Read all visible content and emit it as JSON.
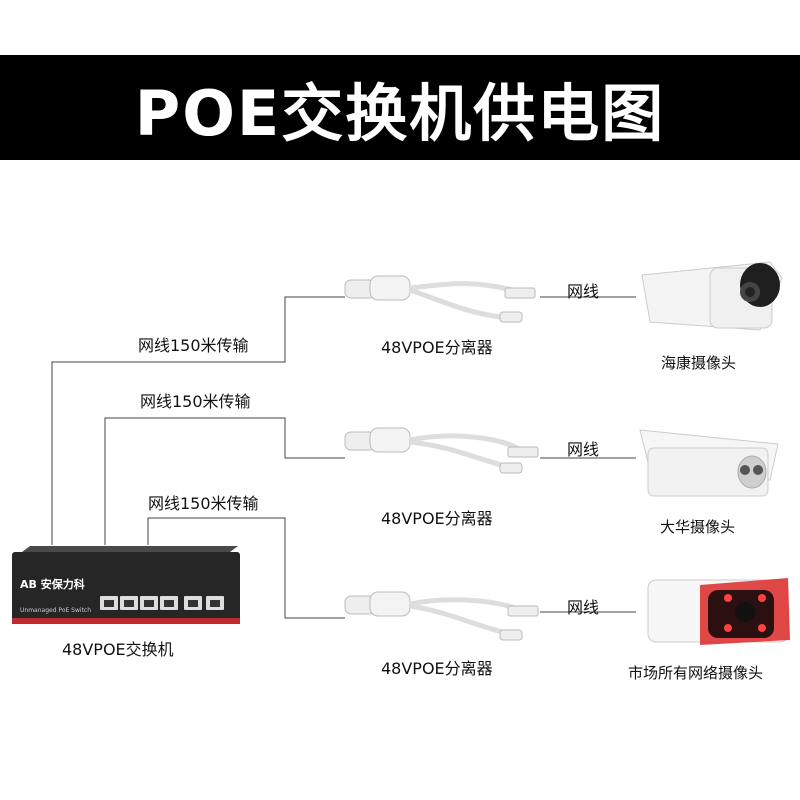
{
  "title": "POE交换机供电图",
  "switch": {
    "label": "48VPOE交换机",
    "brand": "安保力科",
    "brand_sub": "Unmanaged PoE Switch"
  },
  "cable_labels": [
    "网线150米传输",
    "网线150米传输",
    "网线150米传输"
  ],
  "splitter_labels": [
    "48VPOE分离器",
    "48VPOE分离器",
    "48VPOE分离器"
  ],
  "short_cable_labels": [
    "网线",
    "网线",
    "网线"
  ],
  "cameras": [
    "海康摄像头",
    "大华摄像头",
    "市场所有网络摄像头"
  ],
  "colors": {
    "title_bg": "#000000",
    "title_fg": "#ffffff",
    "switch_body": "#2a2a2a",
    "switch_stripe": "#c0282d"
  }
}
